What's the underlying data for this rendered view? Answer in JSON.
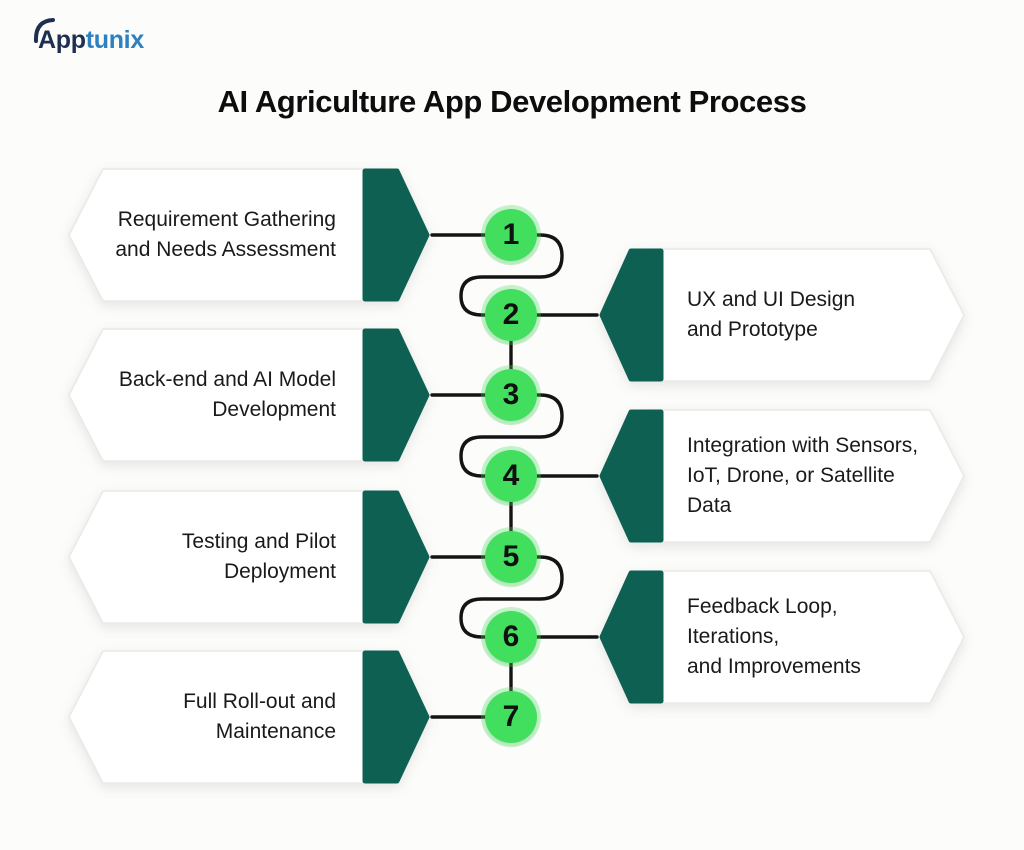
{
  "page": {
    "title": "AI Agriculture App Development Process",
    "background": "#FCFCFA"
  },
  "logo": {
    "brand_part1": "App",
    "brand_part2": "tunix",
    "color_part1": "#1E3050",
    "color_part2": "#2E80C1"
  },
  "colors": {
    "arrow_green": "#0D6052",
    "circle_green": "#42DE5D",
    "line": "#141414",
    "card_bg": "#FFFFFF",
    "card_border": "#E9E9E5",
    "text": "#1A1A1A"
  },
  "steps": [
    {
      "number": "1",
      "side": "left",
      "line1": "Requirement Gathering",
      "line2": "and Needs Assessment"
    },
    {
      "number": "2",
      "side": "right",
      "line1": "UX and UI Design",
      "line2": "and Prototype"
    },
    {
      "number": "3",
      "side": "left",
      "line1": "Back-end and AI Model",
      "line2": "Development"
    },
    {
      "number": "4",
      "side": "right",
      "line1": "Integration with Sensors,",
      "line2": "IoT, Drone, or Satellite Data"
    },
    {
      "number": "5",
      "side": "left",
      "line1": "Testing and Pilot",
      "line2": "Deployment"
    },
    {
      "number": "6",
      "side": "right",
      "line1": "Feedback Loop, Iterations,",
      "line2": "and Improvements"
    },
    {
      "number": "7",
      "side": "left",
      "line1": "Full Roll-out and",
      "line2": "Maintenance"
    }
  ]
}
